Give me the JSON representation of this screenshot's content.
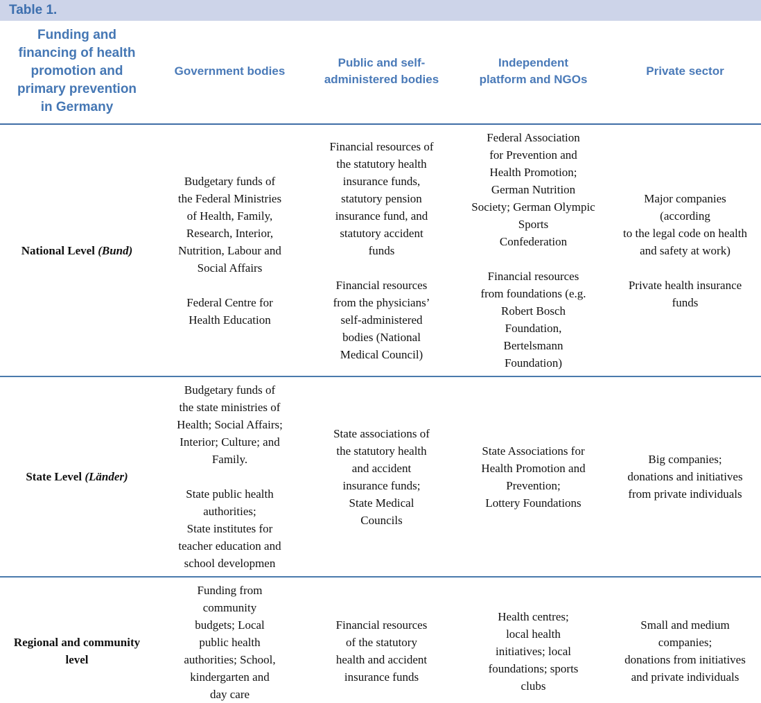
{
  "table_caption": "Table 1.",
  "header": {
    "corner": "Funding and\nfinancing of health\npromotion and\nprimary prevention\nin Germany",
    "columns": [
      "Government bodies",
      "Public and self-\nadministered bodies",
      "Independent\nplatform and NGOs",
      "Private sector"
    ]
  },
  "rows": [
    {
      "label": "National Level",
      "label_suffix": "(Bund)",
      "cells": [
        [
          "Budgetary funds of\nthe Federal Ministries\nof Health, Family,\nResearch, Interior,\nNutrition, Labour and\nSocial Affairs",
          "Federal Centre for\nHealth Education"
        ],
        [
          "Financial resources of\nthe statutory health\ninsurance funds,\nstatutory pension\ninsurance fund, and\nstatutory accident\nfunds",
          "Financial resources\nfrom the physicians’\nself-administered\nbodies (National\nMedical Council)"
        ],
        [
          "Federal Association\nfor Prevention and\nHealth Promotion;\nGerman Nutrition\nSociety; German Olympic\nSports\nConfederation",
          "Financial resources\nfrom foundations (e.g.\nRobert Bosch\nFoundation,\nBertelsmann\nFoundation)"
        ],
        [
          "Major companies\n(according\nto the legal code on health\nand safety at work)",
          "Private health insurance\nfunds"
        ]
      ]
    },
    {
      "label": "State Level",
      "label_suffix": "(Länder)",
      "cells": [
        [
          "Budgetary funds of\nthe state ministries of\nHealth; Social Affairs;\nInterior; Culture; and\nFamily.",
          "State public health\nauthorities;\nState institutes for\nteacher education and\nschool developmen"
        ],
        [
          "State associations of\nthe statutory health\nand accident\ninsurance funds;\nState Medical\nCouncils"
        ],
        [
          "State Associations for\nHealth Promotion and\nPrevention;\nLottery Foundations"
        ],
        [
          "Big companies;\ndonations and initiatives\nfrom private individuals"
        ]
      ]
    },
    {
      "label": "Regional and community\nlevel",
      "label_suffix": "",
      "cells": [
        [
          "Funding from\ncommunity\nbudgets; Local\npublic health\nauthorities; School,\nkindergarten and\nday care\nadministrations"
        ],
        [
          "Financial resources\nof the statutory\nhealth and accident\ninsurance funds"
        ],
        [
          "Health centres;\nlocal health\ninitiatives; local\nfoundations; sports\nclubs"
        ],
        [
          "Small and medium\ncompanies;\ndonations from initiatives\nand private individuals"
        ]
      ]
    }
  ]
}
